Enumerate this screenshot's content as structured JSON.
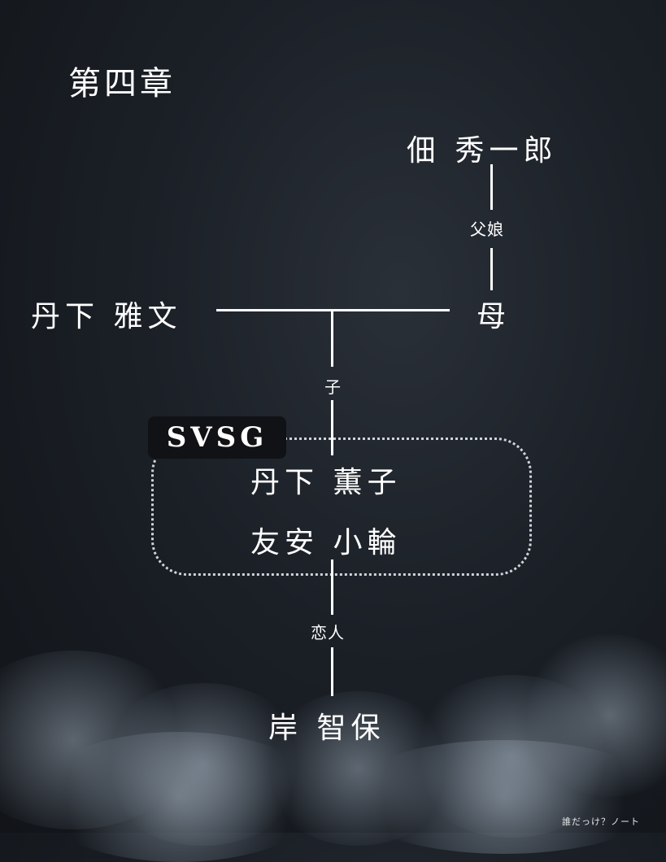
{
  "title": "第四章",
  "people": {
    "tsukuda": "佃 秀一郎",
    "mother": "母",
    "tange_masafumi": "丹下 雅文",
    "tange_kaoruko": "丹下 薫子",
    "tomoyasu_sawa": "友安 小輪",
    "kishi_chiho": "岸 智保"
  },
  "relations": {
    "father_daughter": "父娘",
    "child": "子",
    "lover": "恋人"
  },
  "group_label": "SVSG",
  "footer": "誰だっけ？ノート",
  "colors": {
    "background": "#1b2027",
    "text": "#ffffff",
    "group_border": "#cfd4da"
  }
}
